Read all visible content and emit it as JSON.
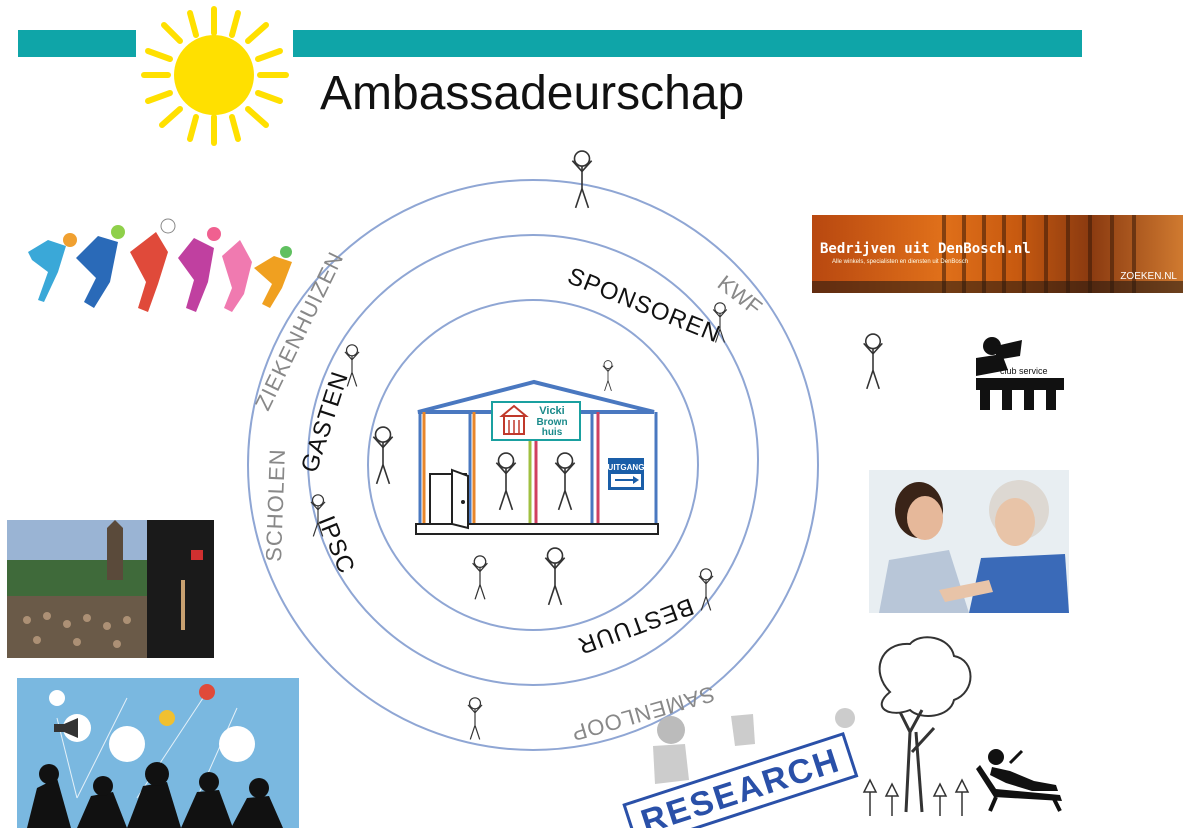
{
  "title": "Ambassadeurschap",
  "colors": {
    "teal": "#0fa5a8",
    "ring": "#8fa6d4",
    "sun": "#ffe000",
    "house": "#4a78c0",
    "exit_sign": "#1a5ea8",
    "banner": "#c85a10"
  },
  "rings": {
    "outer_labels": [
      "ZIEKENHUIZEN",
      "SCHOLEN",
      "KWF",
      "SAMENLOOP"
    ],
    "middle_labels": [
      "SPONSOREN",
      "GASTEN",
      "IPSC",
      "BESTUUR"
    ]
  },
  "house": {
    "logo_line1": "Vicki",
    "logo_line2": "Brown",
    "logo_line3": "huis",
    "exit_label": "UITGANG"
  },
  "banner": {
    "line1": "Bedrijven uit DenBosch.nl",
    "line2": "Alle winkels, specialisten en diensten uit DenBosch",
    "brand": "ZOEKEN.NL"
  },
  "club": {
    "label": "club service"
  },
  "research": {
    "label": "RESEARCH"
  },
  "icons": [
    "sun-icon",
    "stick-figure-icon",
    "megaphone-icon",
    "lounge-chair-icon",
    "tree-icon"
  ]
}
